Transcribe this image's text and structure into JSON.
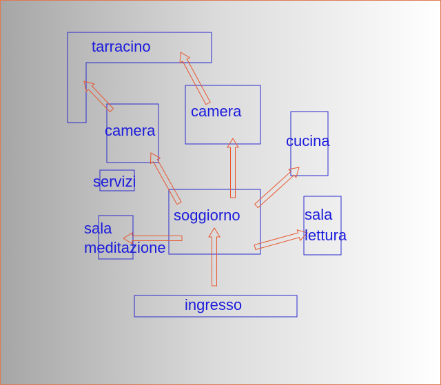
{
  "rooms": {
    "tarracino": "tarracino",
    "camera_left": "camera",
    "camera_center": "camera",
    "cucina": "cucina",
    "servizi": "servizi",
    "soggiorno": "soggiorno",
    "sala_meditazione_1": "sala",
    "sala_meditazione_2": "meditazione",
    "sala_lettura_1": "sala",
    "sala_lettura_2": "lettura",
    "ingresso": "ingresso"
  },
  "colors": {
    "room_outline": "#2a2acf",
    "label_text": "#1a1adc",
    "arrow_outline": "#e8562e",
    "background_left": "#a6a6a6",
    "background_right": "#ffffff"
  }
}
